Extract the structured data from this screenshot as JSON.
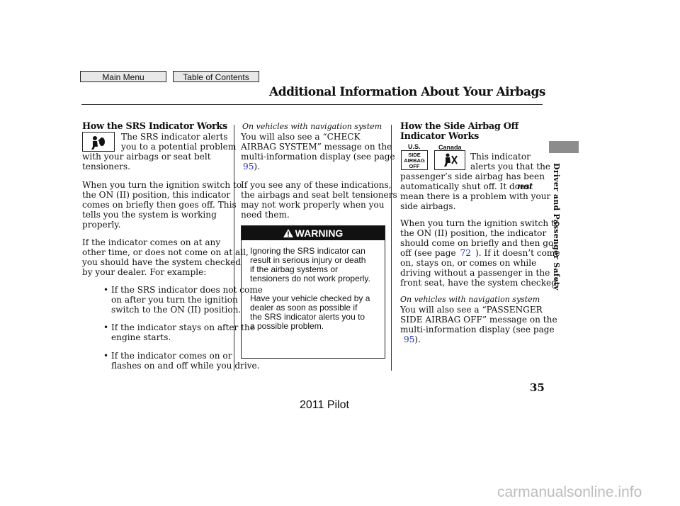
{
  "nav": {
    "main_menu": "Main Menu",
    "toc": "Table of Contents"
  },
  "title": "Additional Information About Your Airbags",
  "sidebar": "Driver and Passenger Safety",
  "page_number": "35",
  "footer": "2011 Pilot",
  "watermark": "carmanualsonline.info",
  "col1": {
    "heading": "How the SRS Indicator Works",
    "p1": [
      "The SRS indicator alerts",
      "you to a potential problem",
      "with your airbags or seat belt",
      "tensioners."
    ],
    "p2": [
      "When you turn the ignition switch to",
      "the ON (II) position, this indicator",
      "comes on briefly then goes off. This",
      "tells you the system is working",
      "properly."
    ],
    "p3": [
      "If the indicator comes on at any",
      "other time, or does not come on at all,",
      "you should have the system checked",
      "by your dealer. For example:"
    ],
    "b1": [
      "If the SRS indicator does not come",
      "on after you turn the ignition",
      "switch to the ON (II) position."
    ],
    "b2": [
      "If the indicator stays on after the",
      "engine starts."
    ],
    "b3": [
      "If the indicator comes on or",
      "flashes on and off while you drive."
    ]
  },
  "col2": {
    "nav_note": "On vehicles with navigation system",
    "p1": [
      "You will also see a “CHECK",
      "AIRBAG SYSTEM” message on the",
      "multi-information display (see page"
    ],
    "p1_page": "95",
    "p1_end": ").",
    "p2": [
      "If you see any of these indications,",
      "the airbags and seat belt tensioners",
      "may not work properly when you",
      "need them."
    ],
    "warning": {
      "header": "WARNING",
      "p1": [
        "Ignoring the SRS indicator can",
        "result in serious injury or death",
        "if the airbag systems or",
        "tensioners do not work properly."
      ],
      "p2": [
        "Have your vehicle checked by a",
        "dealer as soon as possible if",
        "the SRS indicator alerts you to",
        "a possible problem."
      ]
    }
  },
  "col3": {
    "heading": [
      "How the Side Airbag Off",
      "Indicator Works"
    ],
    "us_label": "U.S.",
    "canada_label": "Canada",
    "us_icon_text": [
      "SIDE",
      "AIRBAG",
      "OFF"
    ],
    "p1": [
      "This indicator",
      "alerts you that the",
      "passenger’s side airbag has been",
      "automatically shut off. It does",
      "mean there is a problem with your",
      "side airbags."
    ],
    "p1_not": "not",
    "p2": [
      "When you turn the ignition switch to",
      "the ON (II) position, the indicator",
      "should come on briefly and then go",
      "off (see page",
      "). If it doesn’t come",
      "on, stays on, or comes on while",
      "driving without a passenger in the",
      "front seat, have the system checked."
    ],
    "p2_page": "72",
    "nav_note": "On vehicles with navigation system",
    "p3": [
      "You will also see a “PASSENGER",
      "SIDE AIRBAG OFF” message on the",
      "multi-information display (see page"
    ],
    "p3_page": "95",
    "p3_end": ")."
  }
}
